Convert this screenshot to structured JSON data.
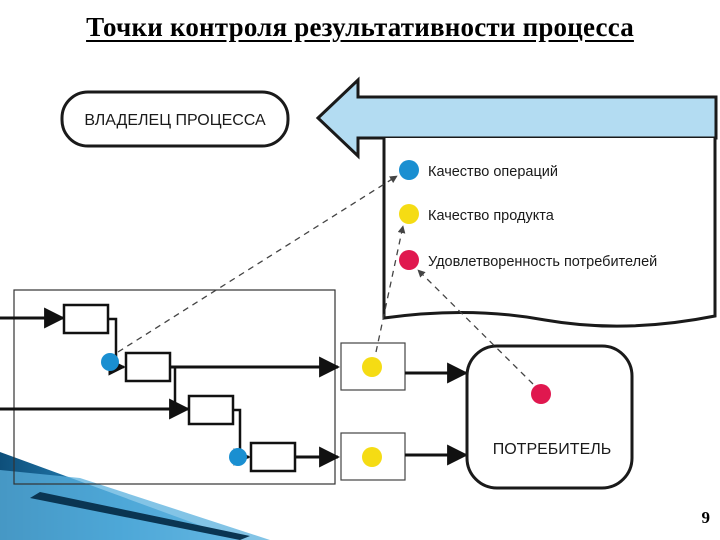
{
  "slide": {
    "title": "Точки контроля результативности процесса",
    "page_number": "9"
  },
  "diagram": {
    "owner_label": "ВЛАДЕЛЕЦ ПРОЦЕССА",
    "consumer_label": "ПОТРЕБИТЕЛЬ",
    "legend": [
      {
        "label": "Качество операций",
        "color": "#1a8fd1"
      },
      {
        "label": "Качество продукта",
        "color": "#f5dc14"
      },
      {
        "label": "Удовлетворенность потребителей",
        "color": "#e0184f"
      }
    ],
    "colors": {
      "arrow_fill": "#b3dcf2",
      "operation_point": "#1a8fd1",
      "product_point": "#f5dc14",
      "consumer_point": "#e0184f"
    }
  }
}
